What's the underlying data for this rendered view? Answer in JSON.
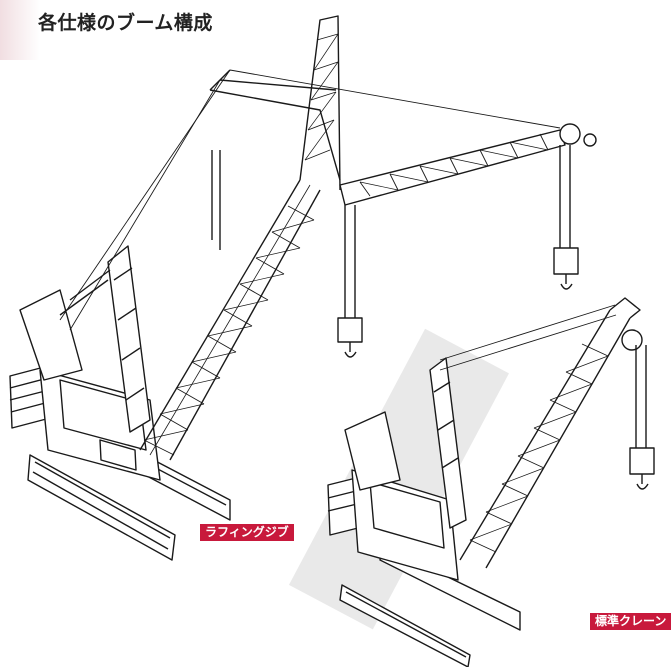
{
  "title": "各仕様のブーム構成",
  "labels": {
    "luffing": "ラフィングジブ",
    "standard": "標準クレーン"
  },
  "colors": {
    "line": "#1a1a1a",
    "tag_bg": "#c8193c",
    "tag_text": "#ffffff",
    "watermark": "#d8d8d8"
  }
}
